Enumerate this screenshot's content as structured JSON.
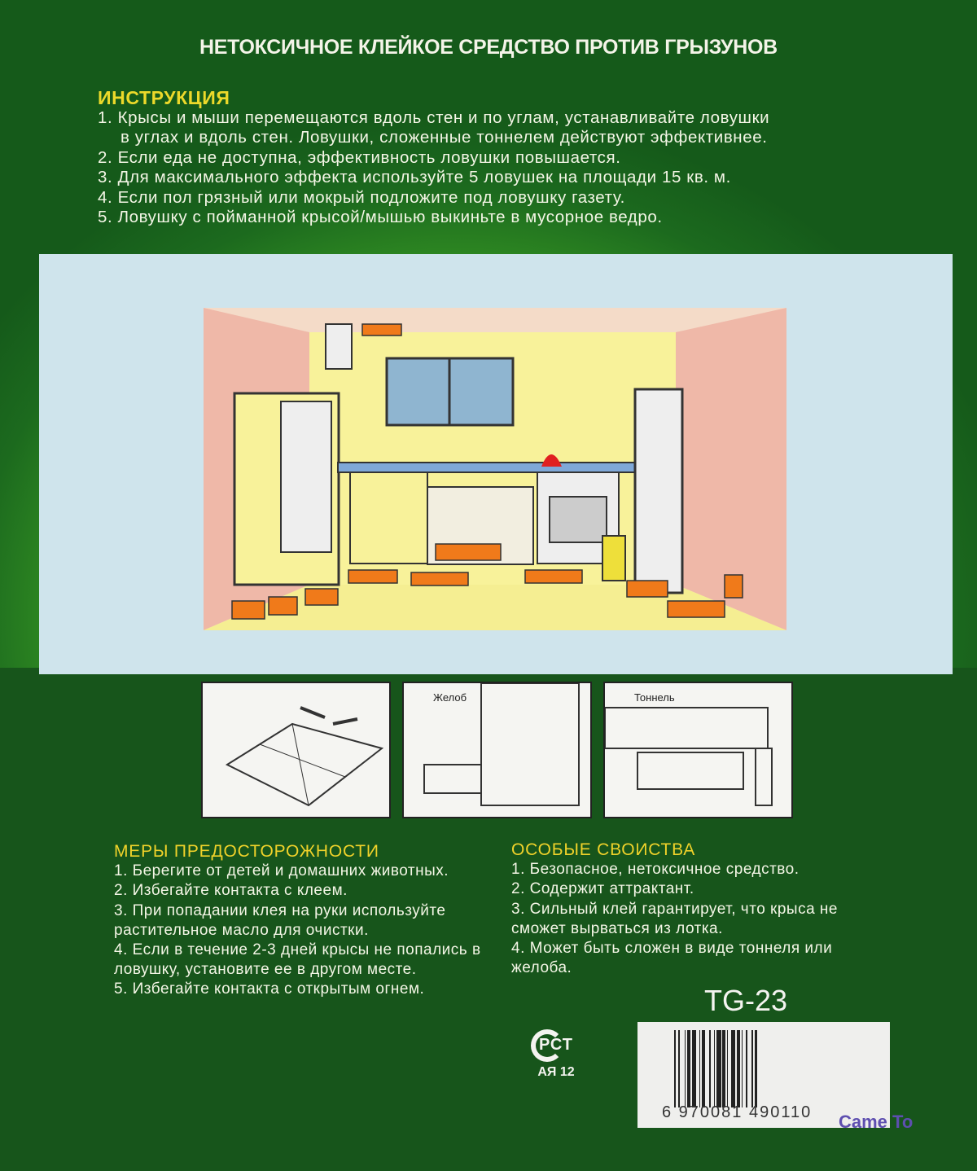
{
  "title": "НЕТОКСИЧНОЕ КЛЕЙКОЕ СРЕДСТВО ПРОТИВ ГРЫЗУНОВ",
  "instructions": {
    "heading": "ИНСТРУКЦИЯ",
    "lines": [
      "1. Крысы и мыши перемещаются вдоль стен и по углам, устанавливайте ловушки",
      "в углах и вдоль стен. Ловушки, сложенные тоннелем действуют эффективнее.",
      "2. Если еда не доступна, эффективность ловушки повышается.",
      "3. Для максимального эффекта используйте 5 ловушек на площади 15 кв. м.",
      "4. Если пол грязный или мокрый подложите под ловушку газету.",
      "5. Ловушку с пойманной крысой/мышью выкиньте в мусорное ведро."
    ]
  },
  "thumbs": {
    "gutter": "Желоб",
    "tunnel": "Тоннель"
  },
  "precautions": {
    "heading": "МЕРЫ ПРЕДОСТОРОЖНОСТИ",
    "lines": [
      "1. Берегите от детей и домашних животных.",
      "2. Избегайте контакта с клеем.",
      "3. При попадании клея на руки используйте растительное масло для очистки.",
      "4. Если в течение 2-3 дней крысы не попались в ловушку, установите ее в другом месте.",
      "5. Избегайте контакта с открытым огнем."
    ]
  },
  "features": {
    "heading": "ОСОБЫЕ СВОИСТВА",
    "lines": [
      "1. Безопасное, нетоксичное средство.",
      "2. Содержит аттрактант.",
      "3. Сильный клей гарантирует, что крыса не сможет вырваться из лотка.",
      "4. Может быть сложен в виде тоннеля или желоба."
    ]
  },
  "model": "TG-23",
  "barcode": "6 970081 490110",
  "certification": {
    "mark": "РСТ",
    "code": "АЯ 12"
  },
  "watermark": "Came To",
  "colors": {
    "green": "#17551b",
    "yellow": "#ecd92a",
    "trap": "#f07a1a"
  }
}
